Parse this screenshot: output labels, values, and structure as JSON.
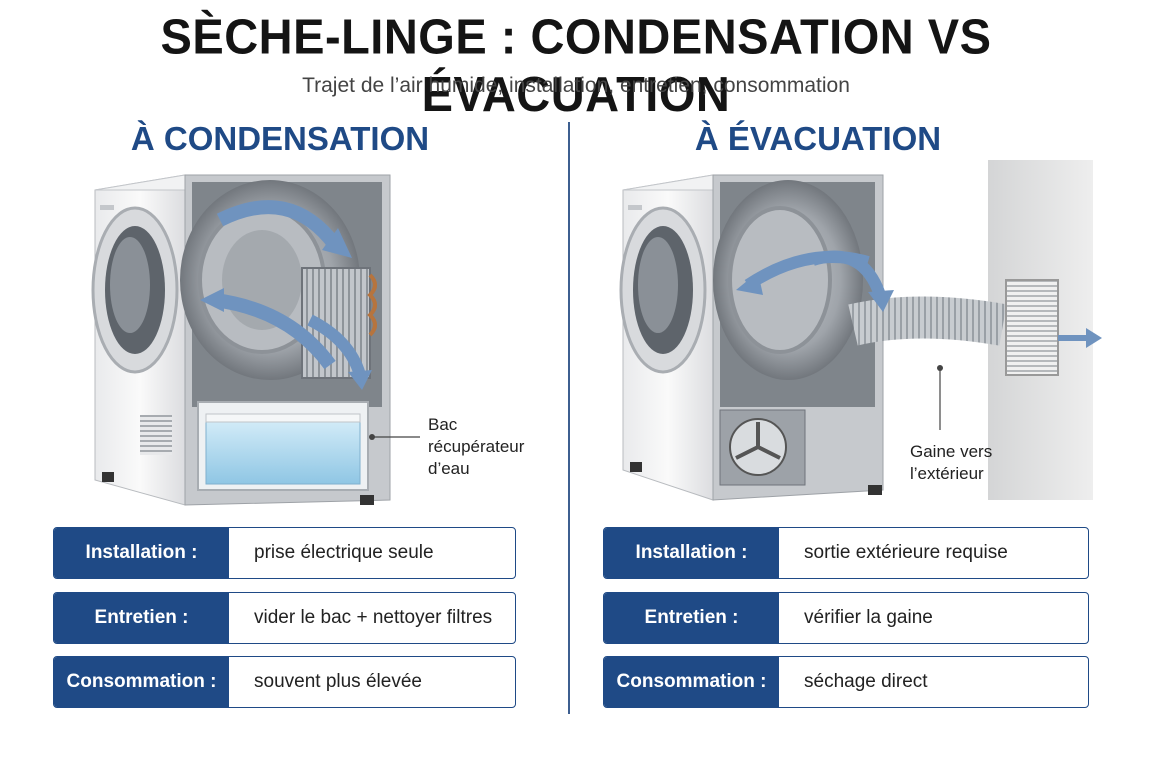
{
  "header": {
    "title": "SÈCHE-LINGE : CONDENSATION VS ÉVACUATION",
    "subtitle": "Trajet de l’air humide, installation, entretien, consommation"
  },
  "left": {
    "heading": "À CONDENSATION",
    "callout": [
      "Bac",
      "récupérateur",
      "d’eau"
    ],
    "rows": [
      {
        "label": "Installation :",
        "value": "prise électrique seule"
      },
      {
        "label": "Entretien :",
        "value": "vider le bac + nettoyer filtres"
      },
      {
        "label": "Consommation :",
        "value": "souvent plus élevée"
      }
    ]
  },
  "right": {
    "heading": "À ÉVACUATION",
    "callout": [
      "Gaine vers",
      "l’extérieur"
    ],
    "rows": [
      {
        "label": "Installation :",
        "value": "sortie extérieure requise"
      },
      {
        "label": "Entretien :",
        "value": "vérifier la gaine"
      },
      {
        "label": "Consommation :",
        "value": "séchage direct"
      }
    ]
  },
  "colors": {
    "accent": "#1f4a86",
    "arrow": "#6f93bf",
    "water": "#a9d4ec"
  }
}
